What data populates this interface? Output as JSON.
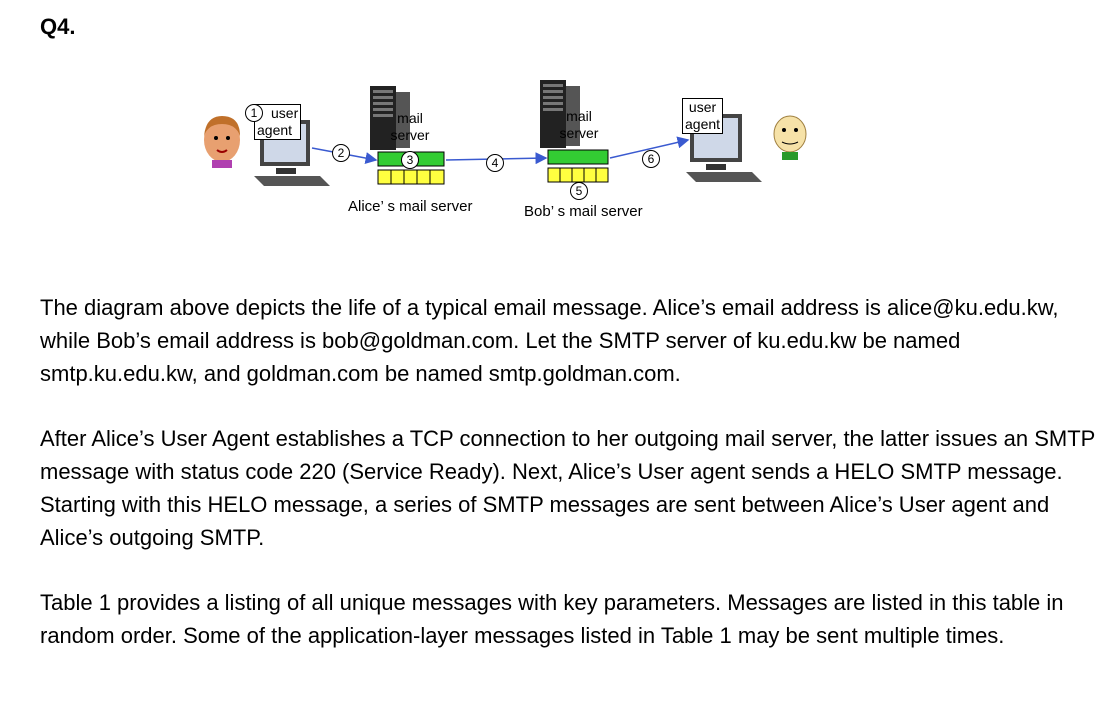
{
  "question_label": "Q4.",
  "diagram": {
    "alice_user_agent_label_line1": "user",
    "alice_user_agent_label_line2": "agent",
    "bob_user_agent_label_line1": "user",
    "bob_user_agent_label_line2": "agent",
    "alice_server_label_line1": "mail",
    "alice_server_label_line2": "server",
    "bob_server_label_line1": "mail",
    "bob_server_label_line2": "server",
    "alice_server_caption": "Alice’ s mail server",
    "bob_server_caption": "Bob’ s mail server",
    "steps": [
      "1",
      "2",
      "3",
      "4",
      "5",
      "6"
    ]
  },
  "paragraphs": [
    "The diagram above depicts the life of a typical email message. Alice’s email address is alice@ku.edu.kw, while Bob’s email address is bob@goldman.com. Let the SMTP server of ku.edu.kw be named smtp.ku.edu.kw, and goldman.com be named smtp.goldman.com.",
    "After Alice’s User Agent establishes a TCP connection to her outgoing mail server, the latter issues an SMTP message with status code 220 (Service Ready). Next, Alice’s User agent sends a HELO SMTP message. Starting with this HELO message, a series of SMTP messages are sent between Alice’s User agent and Alice’s outgoing SMTP.",
    "Table 1 provides a listing of all unique messages with key parameters. Messages are listed in this table in random order. Some of the application-layer messages listed in Table 1 may be sent multiple times."
  ]
}
